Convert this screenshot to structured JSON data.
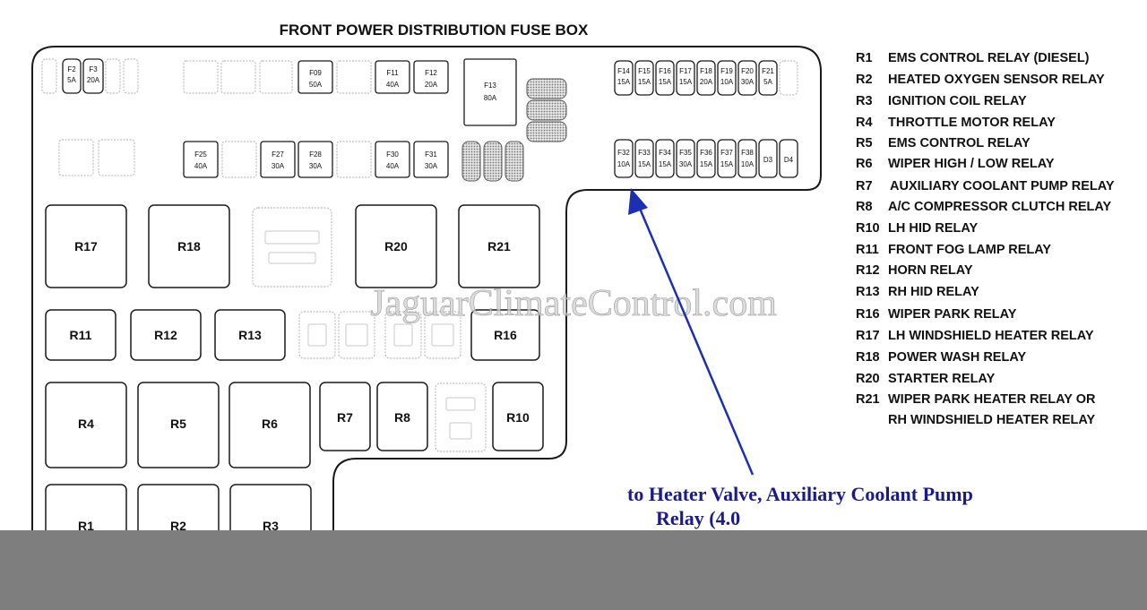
{
  "title": "FRONT POWER DISTRIBUTION FUSE BOX",
  "watermark": "JaguarClimateControl.com",
  "colors": {
    "outline": "#1a1a1a",
    "ghost": "#bdbdbd",
    "shaded": "#9c9c9c",
    "arrow": "#1c2fb0",
    "annotation": "#1a1a8c",
    "footer": "#7e7e7e"
  },
  "annotation": {
    "line1": "to Heater Valve, Auxiliary Coolant Pump",
    "line2": "Relay (4.0"
  },
  "fuses_top": [
    {
      "id": "F2",
      "rating": "5A"
    },
    {
      "id": "F3",
      "rating": "20A"
    },
    {
      "id": "F09",
      "rating": "50A"
    },
    {
      "id": "F11",
      "rating": "40A"
    },
    {
      "id": "F12",
      "rating": "20A"
    },
    {
      "id": "F13",
      "rating": "80A"
    },
    {
      "id": "F25",
      "rating": "40A"
    },
    {
      "id": "F27",
      "rating": "30A"
    },
    {
      "id": "F28",
      "rating": "30A"
    },
    {
      "id": "F30",
      "rating": "40A"
    },
    {
      "id": "F31",
      "rating": "30A"
    }
  ],
  "fuses_right_top": [
    {
      "id": "F14",
      "rating": "15A"
    },
    {
      "id": "F15",
      "rating": "15A"
    },
    {
      "id": "F16",
      "rating": "15A"
    },
    {
      "id": "F17",
      "rating": "15A"
    },
    {
      "id": "F18",
      "rating": "20A"
    },
    {
      "id": "F19",
      "rating": "10A"
    },
    {
      "id": "F20",
      "rating": "30A"
    },
    {
      "id": "F21",
      "rating": "5A"
    }
  ],
  "fuses_right_bottom": [
    {
      "id": "F32",
      "rating": "10A"
    },
    {
      "id": "F33",
      "rating": "15A"
    },
    {
      "id": "F34",
      "rating": "15A"
    },
    {
      "id": "F35",
      "rating": "30A"
    },
    {
      "id": "F36",
      "rating": "15A"
    },
    {
      "id": "F37",
      "rating": "15A"
    },
    {
      "id": "F38",
      "rating": "10A"
    },
    {
      "id": "D3",
      "rating": ""
    },
    {
      "id": "D4",
      "rating": ""
    }
  ],
  "relays": [
    {
      "id": "R17"
    },
    {
      "id": "R18"
    },
    {
      "id": "R20"
    },
    {
      "id": "R21"
    },
    {
      "id": "R11"
    },
    {
      "id": "R12"
    },
    {
      "id": "R13"
    },
    {
      "id": "R16"
    },
    {
      "id": "R4"
    },
    {
      "id": "R5"
    },
    {
      "id": "R6"
    },
    {
      "id": "R7"
    },
    {
      "id": "R8"
    },
    {
      "id": "R10"
    },
    {
      "id": "R1"
    },
    {
      "id": "R2"
    },
    {
      "id": "R3"
    }
  ],
  "legend": [
    {
      "code": "R1",
      "text": "EMS CONTROL RELAY (DIESEL)"
    },
    {
      "code": "R2",
      "text": "HEATED OXYGEN SENSOR RELAY"
    },
    {
      "code": "R3",
      "text": "IGNITION COIL RELAY"
    },
    {
      "code": "R4",
      "text": "THROTTLE MOTOR RELAY"
    },
    {
      "code": "R5",
      "text": "EMS CONTROL RELAY"
    },
    {
      "code": "R6",
      "text": "WIPER HIGH / LOW RELAY"
    },
    {
      "code": "R7",
      "text": "AUXILIARY COOLANT PUMP RELAY"
    },
    {
      "code": "R8",
      "text": "A/C COMPRESSOR CLUTCH RELAY"
    },
    {
      "code": "R10",
      "text": "LH HID RELAY"
    },
    {
      "code": "R11",
      "text": "FRONT FOG LAMP RELAY"
    },
    {
      "code": "R12",
      "text": "HORN RELAY"
    },
    {
      "code": "R13",
      "text": "RH HID RELAY"
    },
    {
      "code": "R16",
      "text": "WIPER PARK RELAY"
    },
    {
      "code": "R17",
      "text": "LH WINDSHIELD HEATER RELAY"
    },
    {
      "code": "R18",
      "text": "POWER WASH RELAY"
    },
    {
      "code": "R20",
      "text": "STARTER RELAY"
    },
    {
      "code": "R21",
      "text": "WIPER PARK HEATER RELAY OR"
    },
    {
      "code": "",
      "text": "RH WINDSHIELD HEATER RELAY"
    }
  ]
}
